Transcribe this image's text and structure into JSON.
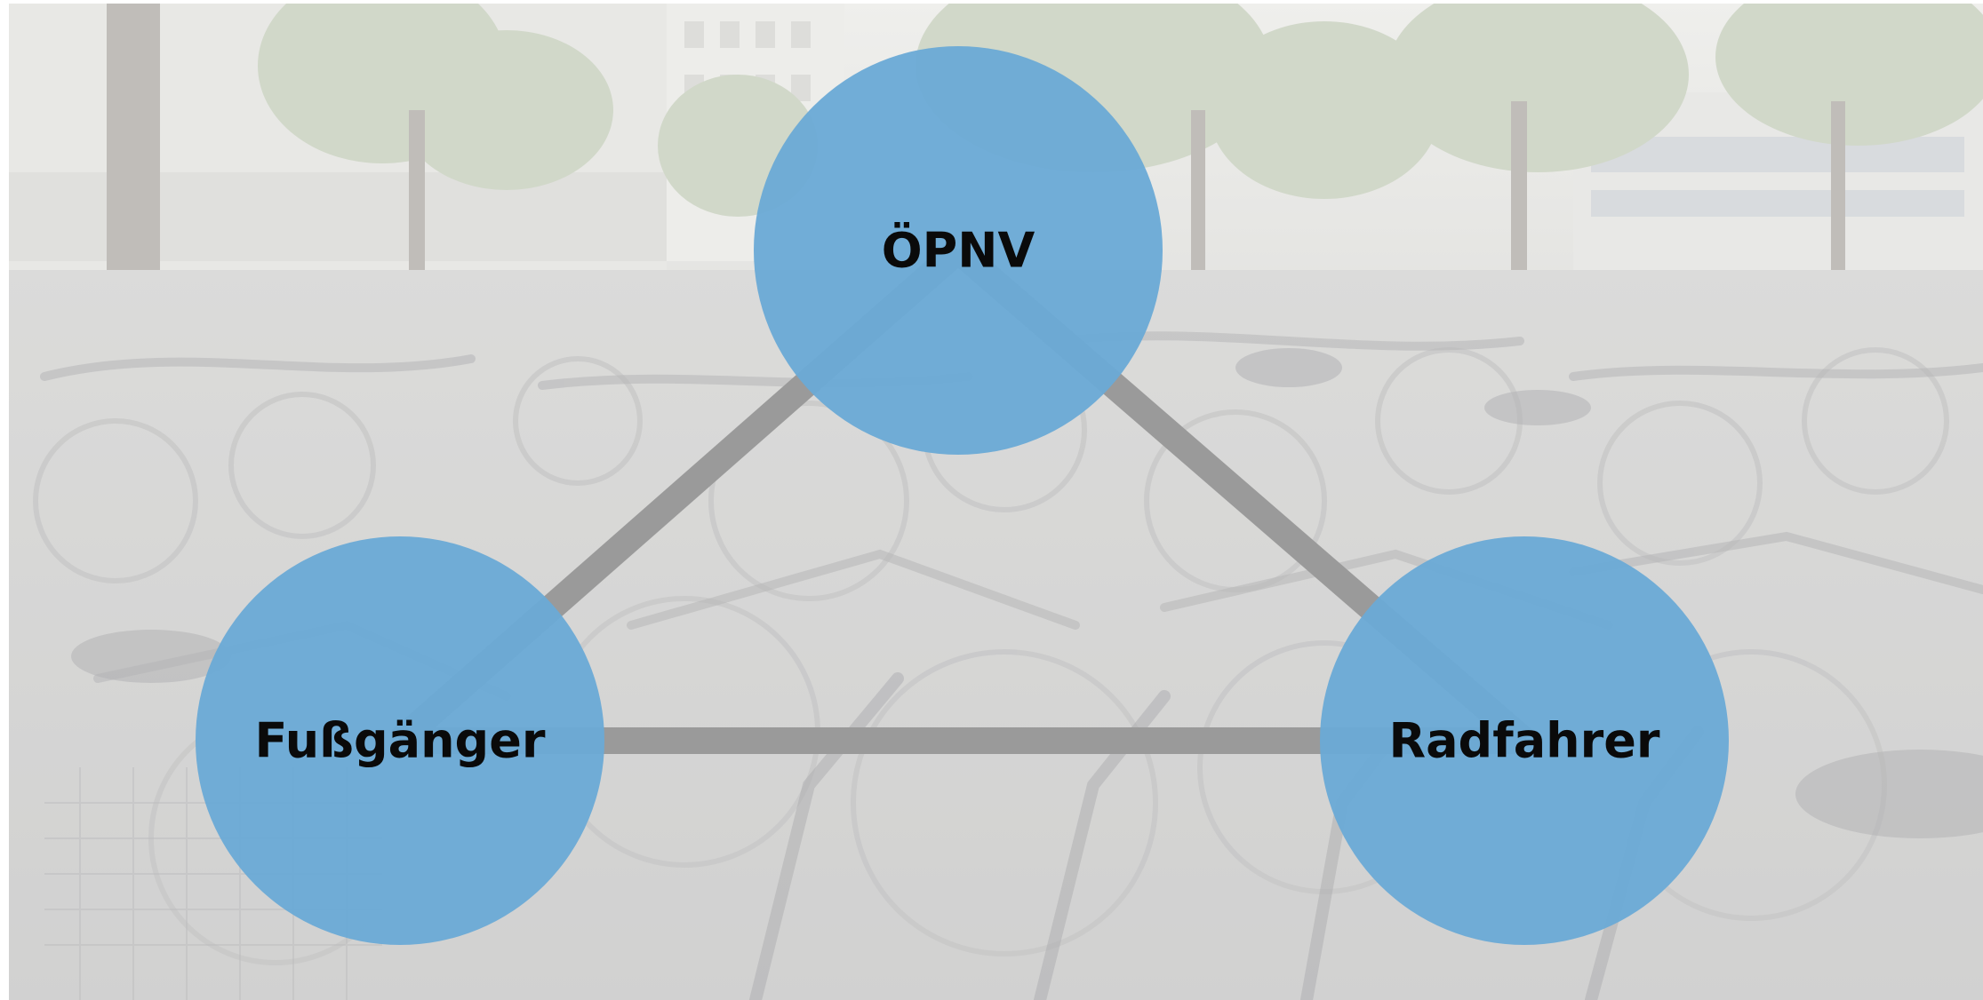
{
  "diagram": {
    "nodes": [
      {
        "id": "oepnv",
        "label": "ÖPNV"
      },
      {
        "id": "fussgaenger",
        "label": "Fußgänger"
      },
      {
        "id": "radfahrer",
        "label": "Radfahrer"
      }
    ],
    "edges": [
      {
        "from": "oepnv",
        "to": "fussgaenger"
      },
      {
        "from": "oepnv",
        "to": "radfahrer"
      },
      {
        "from": "fussgaenger",
        "to": "radfahrer"
      }
    ]
  },
  "colors": {
    "node_fill": "#6aaad6",
    "edge": "#9a9a9a",
    "label": "#0a0a0a"
  },
  "background": {
    "description_icon": "bicycle-parking-photo"
  }
}
